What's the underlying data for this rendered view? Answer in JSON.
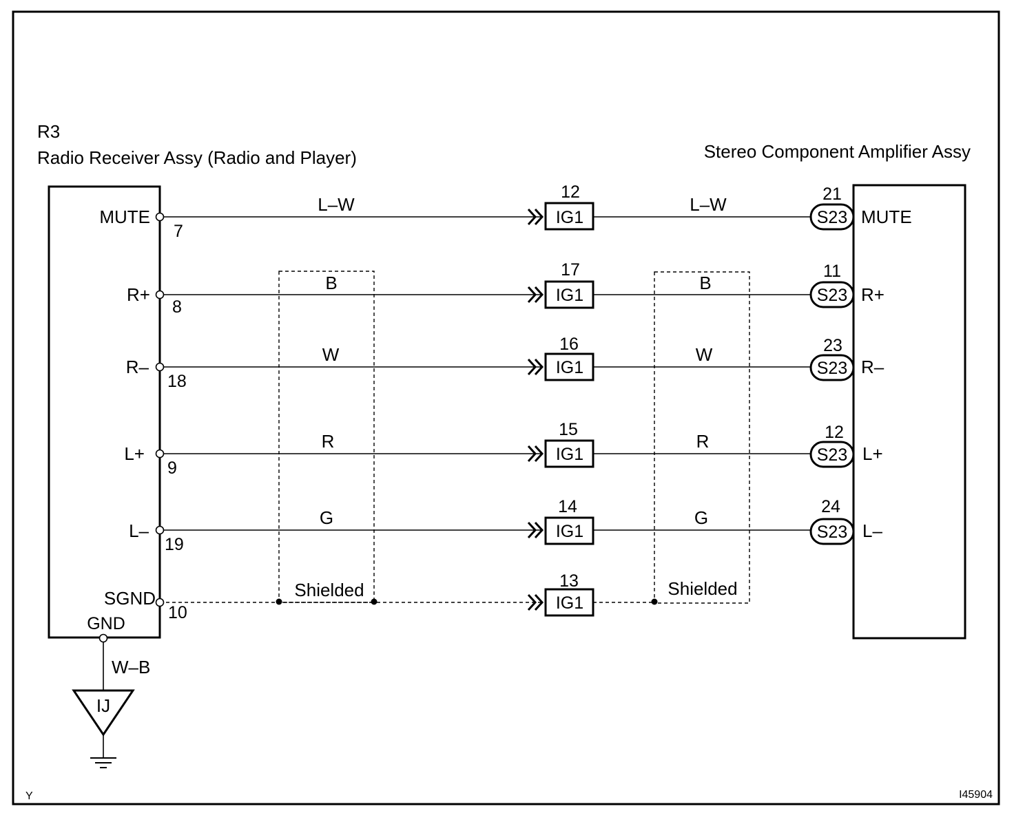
{
  "left_component": {
    "code": "R3",
    "name": "Radio Receiver Assy (Radio and Player)",
    "gnd_label": "GND"
  },
  "right_component": {
    "name": "Stereo Component Amplifier Assy"
  },
  "wires": [
    {
      "left_label": "MUTE",
      "left_pin": "7",
      "color": "L–W",
      "joint_pin": "12",
      "joint": "IG1",
      "right_pin": "21",
      "right_connector": "S23",
      "right_label": "MUTE"
    },
    {
      "left_label": "R+",
      "left_pin": "8",
      "color": "B",
      "joint_pin": "17",
      "joint": "IG1",
      "right_pin": "11",
      "right_connector": "S23",
      "right_label": "R+"
    },
    {
      "left_label": "R–",
      "left_pin": "18",
      "color": "W",
      "joint_pin": "16",
      "joint": "IG1",
      "right_pin": "23",
      "right_connector": "S23",
      "right_label": "R–"
    },
    {
      "left_label": "L+",
      "left_pin": "9",
      "color": "R",
      "joint_pin": "15",
      "joint": "IG1",
      "right_pin": "12",
      "right_connector": "S23",
      "right_label": "L+"
    },
    {
      "left_label": "L–",
      "left_pin": "19",
      "color": "G",
      "joint_pin": "14",
      "joint": "IG1",
      "right_pin": "24",
      "right_connector": "S23",
      "right_label": "L–"
    }
  ],
  "shield": {
    "left_label": "SGND",
    "left_pin": "10",
    "label": "Shielded",
    "joint_pin": "13",
    "joint": "IG1"
  },
  "ground": {
    "wire_color": "W–B",
    "point": "IJ"
  },
  "corner_labels": {
    "bottom_left": "Y",
    "bottom_right": "I45904"
  }
}
